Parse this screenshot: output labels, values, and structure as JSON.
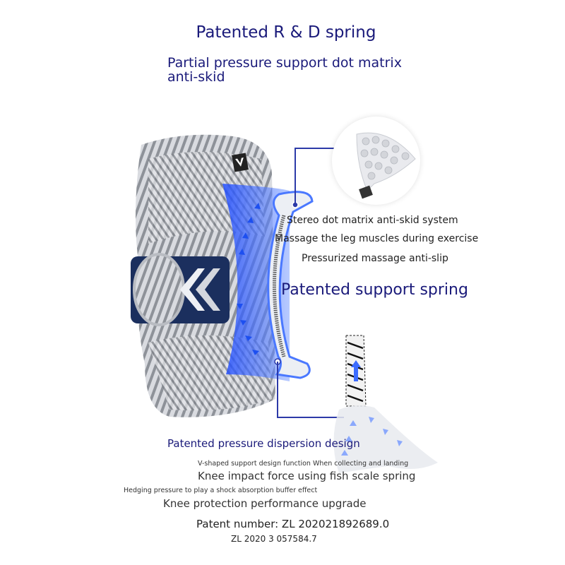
{
  "header": {
    "title": "Patented R & D spring",
    "subtitle_line1": "Partial pressure support dot matrix",
    "subtitle_line2": "anti-skid"
  },
  "features": {
    "dot_matrix": "Stereo dot matrix anti-skid system",
    "massage": "Massage the leg muscles during exercise",
    "pressurized": "Pressurized massage anti-slip",
    "spring_title": "Patented support spring"
  },
  "dispersion": {
    "title": "Patented pressure dispersion design",
    "v_shaped": "V-shaped support design function When collecting and landing",
    "knee_impact": "Knee impact force using fish scale spring",
    "hedging": "Hedging pressure to play a shock absorption buffer effect",
    "upgrade": "Knee protection performance upgrade"
  },
  "patent": {
    "number_line": "Patent number: ZL 202021892689.0",
    "second_number": "ZL 2020 3 057584.7"
  },
  "colors": {
    "navy_text": "#1a1a7a",
    "accent_blue": "#2c3aa8",
    "glow_blue": "#3b6bff"
  },
  "icons": {
    "brand_logo": "v-logo-icon",
    "spring": "spring-icon",
    "arrows": "pressure-arrow-icon"
  }
}
